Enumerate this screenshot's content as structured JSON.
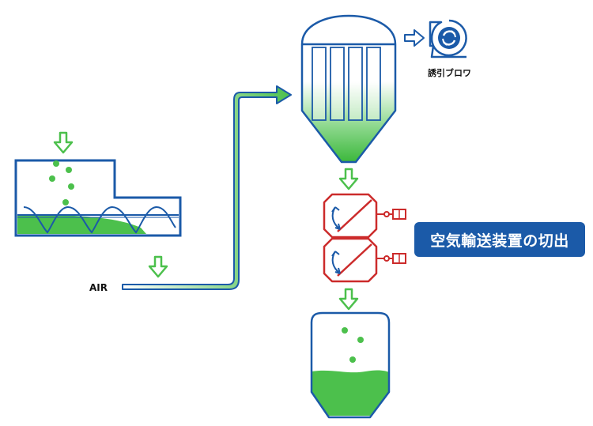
{
  "labels": {
    "air": "AIR",
    "blower": "誘引ブロワ",
    "title": "空気輸送装置の切出"
  },
  "colors": {
    "outline_blue": "#1b5aa8",
    "green": "#4cc04c",
    "valve_red": "#cc2b2b",
    "badge_blue": "#1b5aa8"
  },
  "icons": {
    "blower": "blower-fan-icon",
    "flow_arrow": "down-arrow-icon"
  }
}
